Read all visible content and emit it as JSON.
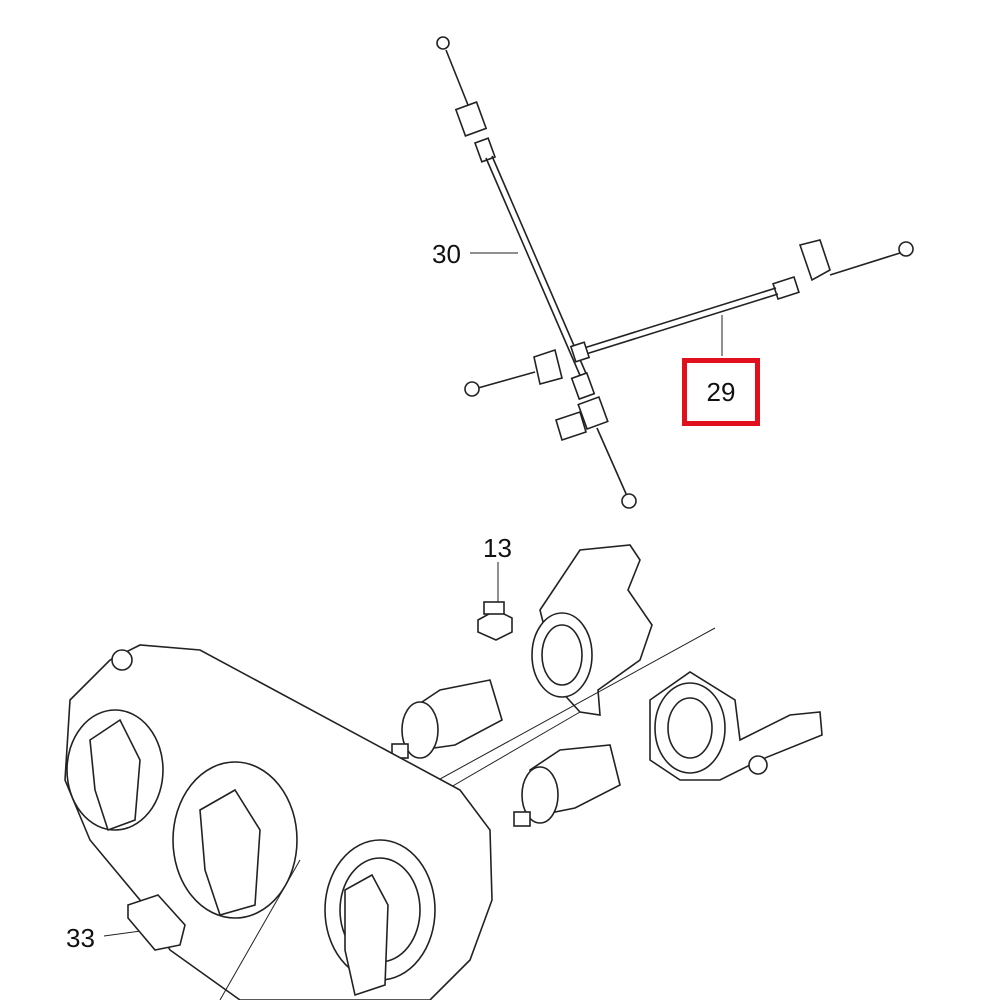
{
  "diagram": {
    "callouts": [
      {
        "id": "30",
        "part": "cable-30"
      },
      {
        "id": "29",
        "part": "cable-29",
        "highlighted": true
      },
      {
        "id": "13",
        "part": "bulb-socket-13"
      },
      {
        "id": "33",
        "part": "button-33"
      }
    ],
    "highlight_color": "#e2101c"
  }
}
